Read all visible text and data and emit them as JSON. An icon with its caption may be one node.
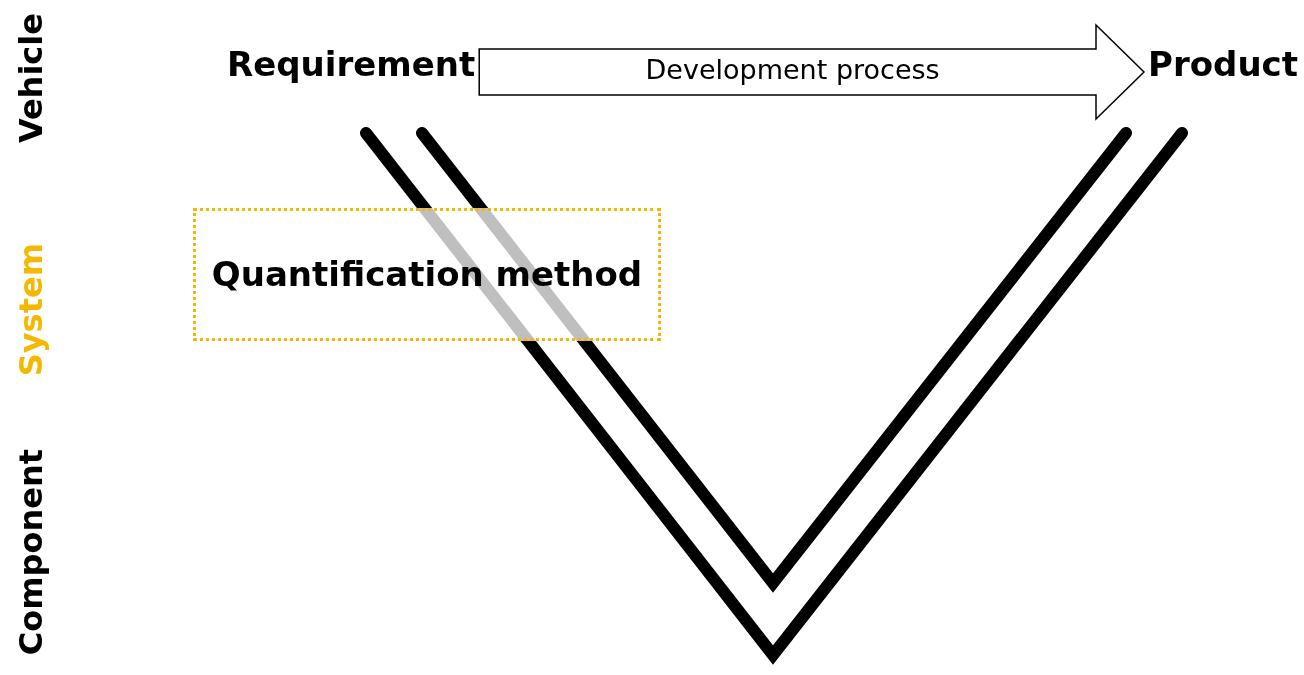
{
  "diagram": {
    "nodes": [
      {
        "text": [
          "Requirement"
        ]
      },
      {
        "text": [
          "Product"
        ]
      },
      {
        "text": [
          "Quantification method"
        ]
      }
    ],
    "edges": [
      {
        "from": 0,
        "to": 1,
        "arrow": "to",
        "label": "Development process"
      }
    ],
    "labels": [
      "Vehicle",
      "System",
      "Component"
    ]
  }
}
